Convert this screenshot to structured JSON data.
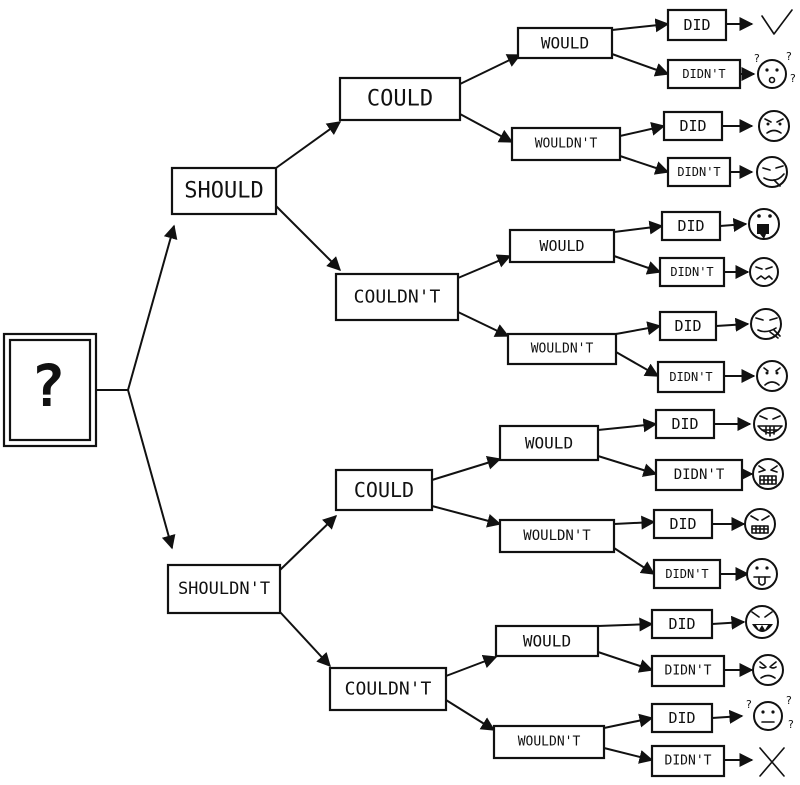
{
  "root": {
    "label": "?"
  },
  "levels": {
    "should": "SHOULD",
    "shouldnt": "SHOULDN'T",
    "could": "COULD",
    "couldnt": "COULDN'T",
    "would": "WOULD",
    "wouldnt": "WOULDN'T",
    "did": "DID",
    "didnt": "DIDN'T"
  },
  "outcomes": [
    {
      "path": "SHOULD · COULD · WOULD · DID",
      "icon": "checkmark-icon"
    },
    {
      "path": "SHOULD · COULD · WOULD · DIDN'T",
      "icon": "confused-face-icon"
    },
    {
      "path": "SHOULD · COULD · WOULDN'T · DID",
      "icon": "reluctant-face-icon"
    },
    {
      "path": "SHOULD · COULD · WOULDN'T · DIDN'T",
      "icon": "smug-face-icon"
    },
    {
      "path": "SHOULD · COULDN'T · WOULD · DID",
      "icon": "amazed-face-icon"
    },
    {
      "path": "SHOULD · COULDN'T · WOULD · DIDN'T",
      "icon": "upset-face-icon"
    },
    {
      "path": "SHOULD · COULDN'T · WOULDN'T · DID",
      "icon": "bandaged-face-icon"
    },
    {
      "path": "SHOULD · COULDN'T · WOULDN'T · DIDN'T",
      "icon": "sad-face-icon"
    },
    {
      "path": "SHOULDN'T · COULD · WOULD · DID",
      "icon": "grinning-face-icon"
    },
    {
      "path": "SHOULDN'T · COULD · WOULD · DIDN'T",
      "icon": "gritted-face-icon"
    },
    {
      "path": "SHOULDN'T · COULD · WOULDN'T · DID",
      "icon": "angry-face-icon"
    },
    {
      "path": "SHOULDN'T · COULD · WOULDN'T · DIDN'T",
      "icon": "tongue-face-icon"
    },
    {
      "path": "SHOULDN'T · COULDN'T · WOULD · DID",
      "icon": "evil-grin-face-icon"
    },
    {
      "path": "SHOULDN'T · COULDN'T · WOULD · DIDN'T",
      "icon": "disappointed-face-icon"
    },
    {
      "path": "SHOULDN'T · COULDN'T · WOULDN'T · DID",
      "icon": "puzzled-face-icon"
    },
    {
      "path": "SHOULDN'T · COULDN'T · WOULDN'T · DIDN'T",
      "icon": "cross-icon"
    }
  ]
}
